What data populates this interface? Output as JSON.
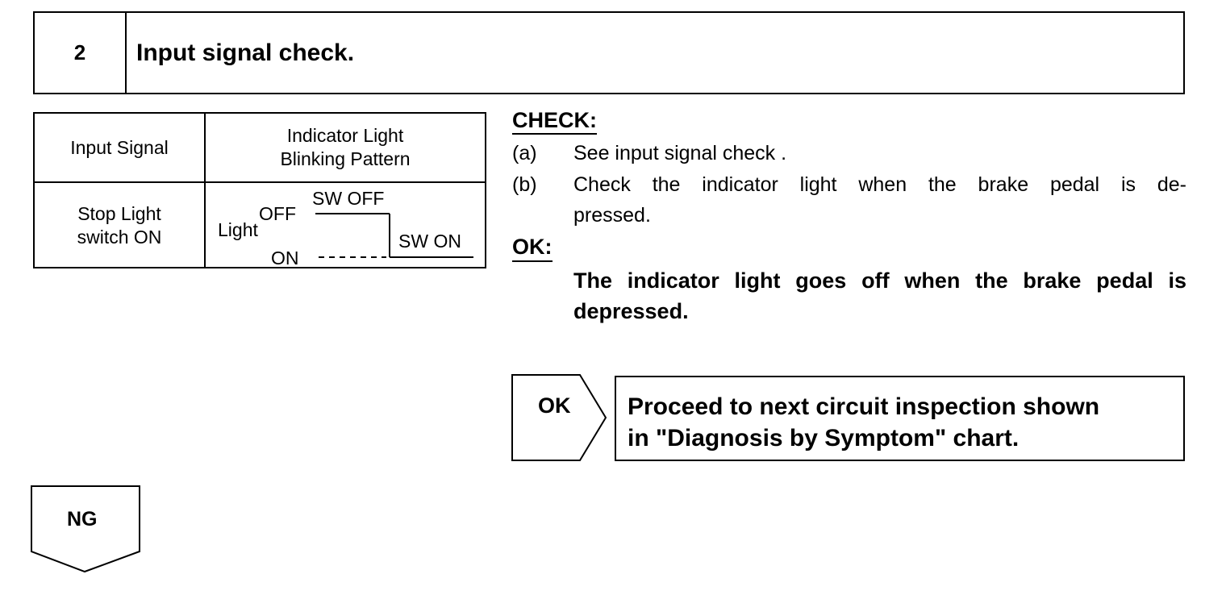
{
  "header": {
    "step_number": "2",
    "title": "Input signal check."
  },
  "signal_table": {
    "col1_header": "Input Signal",
    "col2_header_line1": "Indicator Light",
    "col2_header_line2": "Blinking Pattern",
    "row_input_line1": "Stop Light",
    "row_input_line2": "switch ON",
    "pattern": {
      "light_label": "Light",
      "off_label": "OFF",
      "on_label": "ON",
      "sw_off_label": "SW OFF",
      "sw_on_label": "SW ON"
    }
  },
  "check": {
    "heading": "CHECK:",
    "steps": [
      {
        "letter": "(a)",
        "text": "See input signal check ."
      },
      {
        "letter": "(b)",
        "text_line1": "Check the indicator light when the brake pedal is de-",
        "text_line2": "pressed."
      }
    ]
  },
  "ok": {
    "heading": "OK:",
    "result": "The indicator light goes off when the brake pedal is depressed."
  },
  "flow": {
    "ok_label": "OK",
    "ok_action_line1": "Proceed to next circuit inspection shown",
    "ok_action_line2": "in \"Diagnosis by Symptom\" chart.",
    "ng_label": "NG"
  }
}
